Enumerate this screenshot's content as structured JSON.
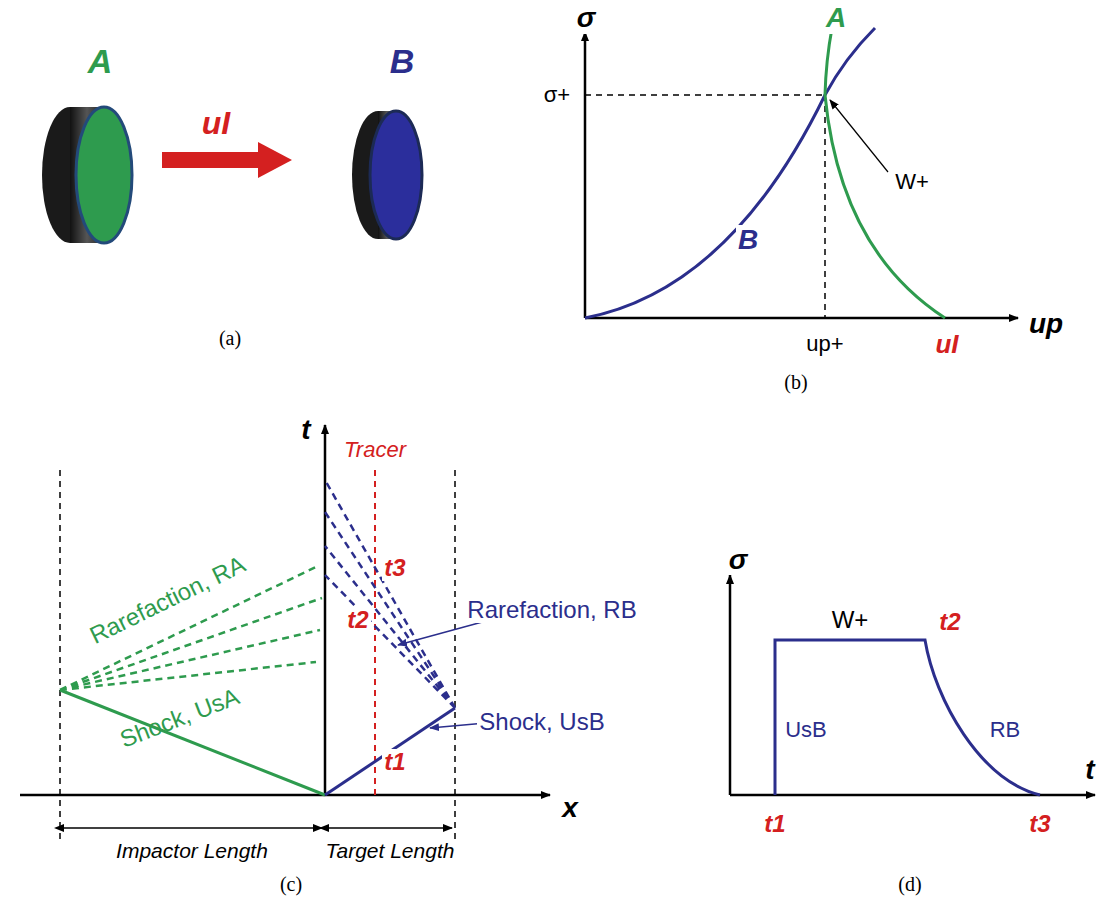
{
  "diagram": {
    "labels": [
      "A",
      "uI",
      "B",
      "(a)",
      "σ",
      "σ+",
      "A",
      "W+",
      "B",
      "up+",
      "uI",
      "up",
      "(b)",
      "t",
      "Tracer",
      "Rarefaction, RA",
      "Shock, UsA",
      "t3",
      "t2",
      "Rarefaction, RB",
      "t1",
      "Shock, UsB",
      "x",
      "Impactor Length",
      "Target Length",
      "(c)",
      "σ",
      "W+",
      "t2",
      "UsB",
      "RB",
      "t",
      "t1",
      "t3",
      "(d)"
    ]
  }
}
